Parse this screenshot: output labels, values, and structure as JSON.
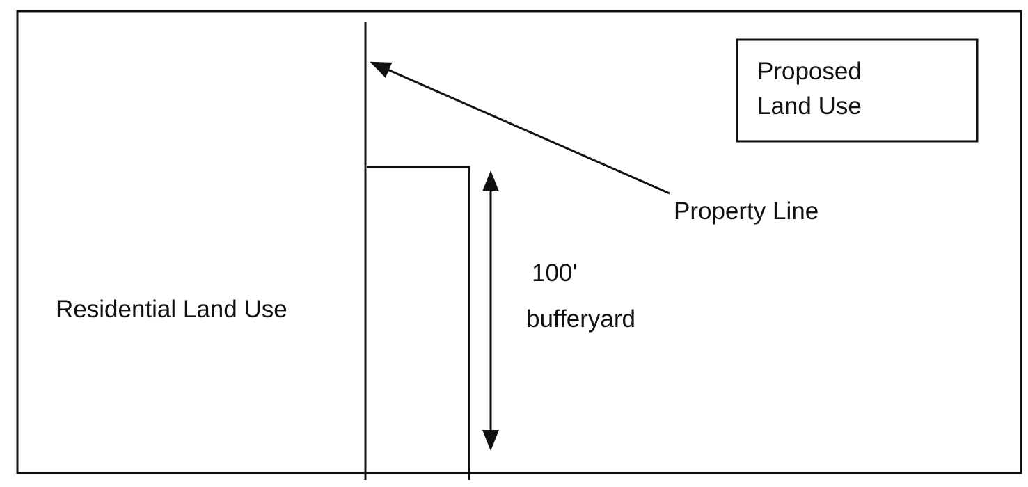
{
  "labels": {
    "residential": "Residential Land Use",
    "proposed_line1": "Proposed",
    "proposed_line2": "Land Use",
    "property_line": "Property Line",
    "buffer_distance": "100'",
    "buffer_word": "bufferyard"
  },
  "colors": {
    "stroke": "#111111",
    "background": "#ffffff"
  }
}
